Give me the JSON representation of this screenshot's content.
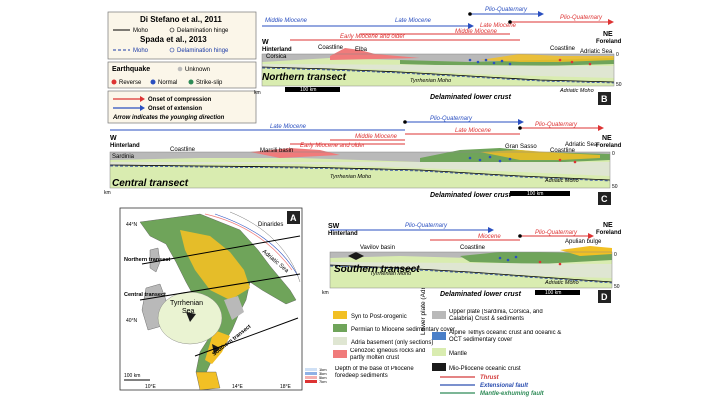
{
  "legend_box": {
    "ref1": "Di Stefano et al., 2011",
    "ref2": "Spada et al., 2013",
    "moho": "Moho",
    "hinge": "Delamination hinge",
    "eq_title": "Earthquake",
    "eq_unknown": "Unknown",
    "eq_reverse": "Reverse",
    "eq_normal": "Normal",
    "eq_strike": "Strike-slip",
    "onset_comp": "Onset of compression",
    "onset_ext": "Onset of extension",
    "arrow_note": "Arrow indicates the younging direction"
  },
  "panel_b": {
    "letter": "B",
    "title": "Northern transect",
    "left_dir": "W",
    "left_name": "Hinterland",
    "right_dir": "NE",
    "right_name": "Foreland",
    "labels": [
      "Middle Miocene",
      "Late Miocene",
      "Plio-Quaternary",
      "Late Miocene",
      "Plio-Quaternary",
      "Middle Miocene",
      "Early Miocene and older",
      "Coastline",
      "Corsica",
      "Elba",
      "Coastline",
      "Adriatic Sea",
      "Tyrrhenian Moho",
      "Adriatic Moho",
      "Delaminated lower crust",
      "100 km",
      "km",
      "0",
      "50"
    ]
  },
  "panel_c": {
    "letter": "C",
    "title": "Central transect",
    "left_dir": "W",
    "left_name": "Hinterland",
    "right_dir": "NE",
    "right_name": "Foreland",
    "labels": [
      "Plio-Quaternary",
      "Late Miocene",
      "Late Miocene",
      "Plio-Quaternary",
      "Middle Miocene",
      "Early Miocene and older",
      "Coastline",
      "Sardinia",
      "Marsili basin",
      "Gran Sasso",
      "Coastline",
      "Adriatic Sea",
      "Tyrrhenian Moho",
      "Adriatic Moho",
      "Delaminated lower crust",
      "100 km",
      "km",
      "0",
      "50"
    ]
  },
  "panel_d": {
    "letter": "D",
    "title": "Southern transect",
    "left_dir": "SW",
    "left_name": "Hinterland",
    "right_dir": "NE",
    "right_name": "Foreland",
    "labels": [
      "Plio-Quaternary",
      "Miocene",
      "Plio-Quaternary",
      "Vavilov basin",
      "Coastline",
      "Apulian bulge",
      "Tyrrhenian Moho",
      "Adriatic Moho",
      "Delaminated lower crust",
      "100 km",
      "km",
      "0",
      "50"
    ]
  },
  "map": {
    "letter": "A",
    "lat1": "44°N",
    "lat2": "40°N",
    "lon1": "10°E",
    "lon2": "14°E",
    "lon3": "18°E",
    "sea1": "Tyrrhenian",
    "sea2": "Sea",
    "adriatic": "Adriatic Sea",
    "dinarides": "Dinarides",
    "north": "Northern transect",
    "central": "Central transect",
    "south": "Southern transect",
    "scale": "100 km",
    "depth_title": "Depth of the base of Pliocene foredeep sediments",
    "depth_levels": [
      "1km",
      "3km",
      "5km",
      "7km"
    ],
    "lower_plate": "Lower plate (Adria)"
  },
  "unit_legend": [
    {
      "text": "Syn to Post-orogenic",
      "color": "#f2c024"
    },
    {
      "text": "Permian to Miocene sedimentary cover",
      "color": "#6fa45a"
    },
    {
      "text": "Adria basement (only sections)",
      "color": "#dfe6d2"
    },
    {
      "text": "Cenozoic igneous rocks and partly molten crust",
      "color": "#f07b7b"
    },
    {
      "text": "Upper plate (Sardinia, Corsica, and Calabria) Crust & sediments",
      "color": "#b9b9b9"
    },
    {
      "text": "Alpine Tethys oceanic crust and oceanic & OCT sedimentary cover",
      "color": "#4a7fc8"
    },
    {
      "text": "Mantle",
      "color": "#d9ecb0"
    },
    {
      "text": "Mio-Pliocene oceanic crust",
      "color": "#1a1a1a"
    }
  ],
  "fault_legend": [
    {
      "text": "Thrust",
      "color": "#d33b3b"
    },
    {
      "text": "Extensional fault",
      "color": "#2c4fb0"
    },
    {
      "text": "Mantle-exhuming fault",
      "color": "#2e8b57"
    }
  ]
}
